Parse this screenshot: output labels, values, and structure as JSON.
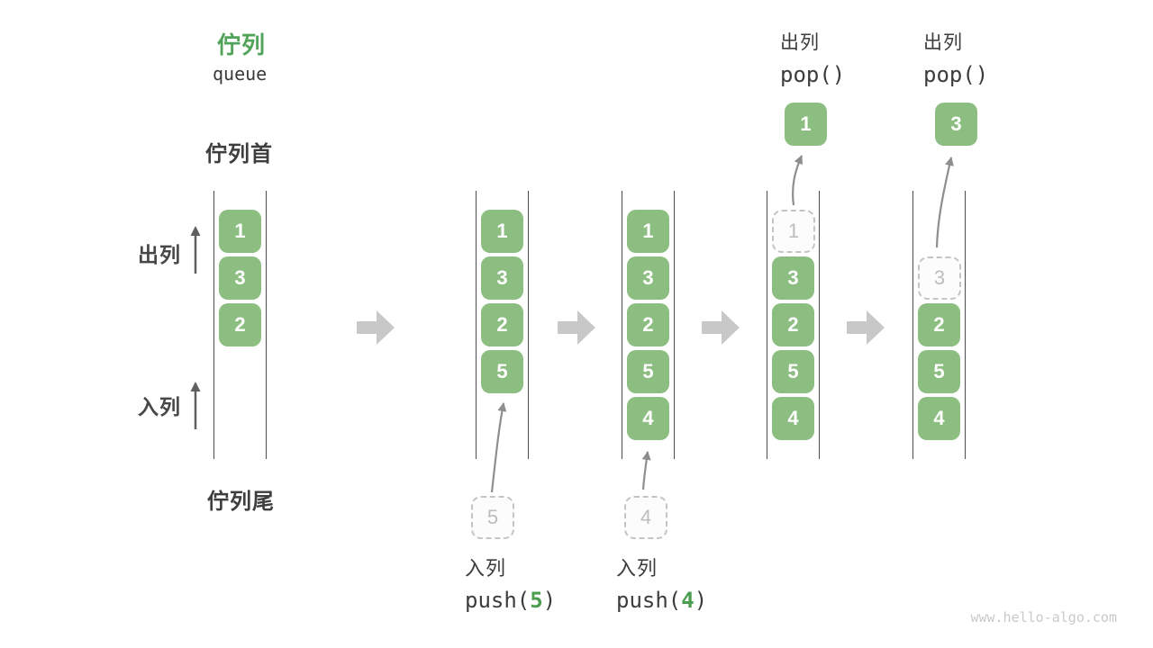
{
  "header": {
    "title": "佇列",
    "subtitle": "queue"
  },
  "labels": {
    "front": "佇列首",
    "rear": "佇列尾",
    "dequeue_side": "出列",
    "enqueue_side": "入列"
  },
  "colors": {
    "element_green": "#8cbe82",
    "title_green": "#52a35a",
    "code_arg_green": "#4c9e4f",
    "text_dark": "#3c3c3c",
    "ghost_gray": "#c4c4c4",
    "flow_arrow_gray": "#c8c8c8",
    "pointer_arrow_gray": "#8e8e8e",
    "wall_gray": "#4d4d4d",
    "watermark_gray": "#c9c9c9"
  },
  "watermark": "www.hello-algo.com",
  "diagram": {
    "columns": [
      {
        "name": "step-initial",
        "slots": [
          {
            "v": "1",
            "type": "solid"
          },
          {
            "v": "3",
            "type": "solid"
          },
          {
            "v": "2",
            "type": "solid"
          },
          {
            "type": "empty"
          },
          {
            "type": "empty"
          }
        ]
      },
      {
        "name": "step-push-5",
        "slots": [
          {
            "v": "1",
            "type": "solid"
          },
          {
            "v": "3",
            "type": "solid"
          },
          {
            "v": "2",
            "type": "solid"
          },
          {
            "v": "5",
            "type": "solid"
          },
          {
            "type": "empty"
          }
        ],
        "incoming": {
          "v": "5"
        },
        "caption": {
          "label": "入列",
          "code_pre": "push(",
          "code_arg": "5",
          "code_post": ")"
        }
      },
      {
        "name": "step-push-4",
        "slots": [
          {
            "v": "1",
            "type": "solid"
          },
          {
            "v": "3",
            "type": "solid"
          },
          {
            "v": "2",
            "type": "solid"
          },
          {
            "v": "5",
            "type": "solid"
          },
          {
            "v": "4",
            "type": "solid"
          }
        ],
        "incoming": {
          "v": "4"
        },
        "caption": {
          "label": "入列",
          "code_pre": "push(",
          "code_arg": "4",
          "code_post": ")"
        }
      },
      {
        "name": "step-pop-1",
        "slots": [
          {
            "v": "1",
            "type": "ghost"
          },
          {
            "v": "3",
            "type": "solid"
          },
          {
            "v": "2",
            "type": "solid"
          },
          {
            "v": "5",
            "type": "solid"
          },
          {
            "v": "4",
            "type": "solid"
          }
        ],
        "outgoing": {
          "v": "1"
        },
        "caption_top": {
          "label": "出列",
          "code": "pop()"
        }
      },
      {
        "name": "step-pop-3",
        "slots": [
          {
            "type": "empty"
          },
          {
            "v": "3",
            "type": "ghost"
          },
          {
            "v": "2",
            "type": "solid"
          },
          {
            "v": "5",
            "type": "solid"
          },
          {
            "v": "4",
            "type": "solid"
          }
        ],
        "outgoing": {
          "v": "3"
        },
        "caption_top": {
          "label": "出列",
          "code": "pop()"
        }
      }
    ]
  }
}
